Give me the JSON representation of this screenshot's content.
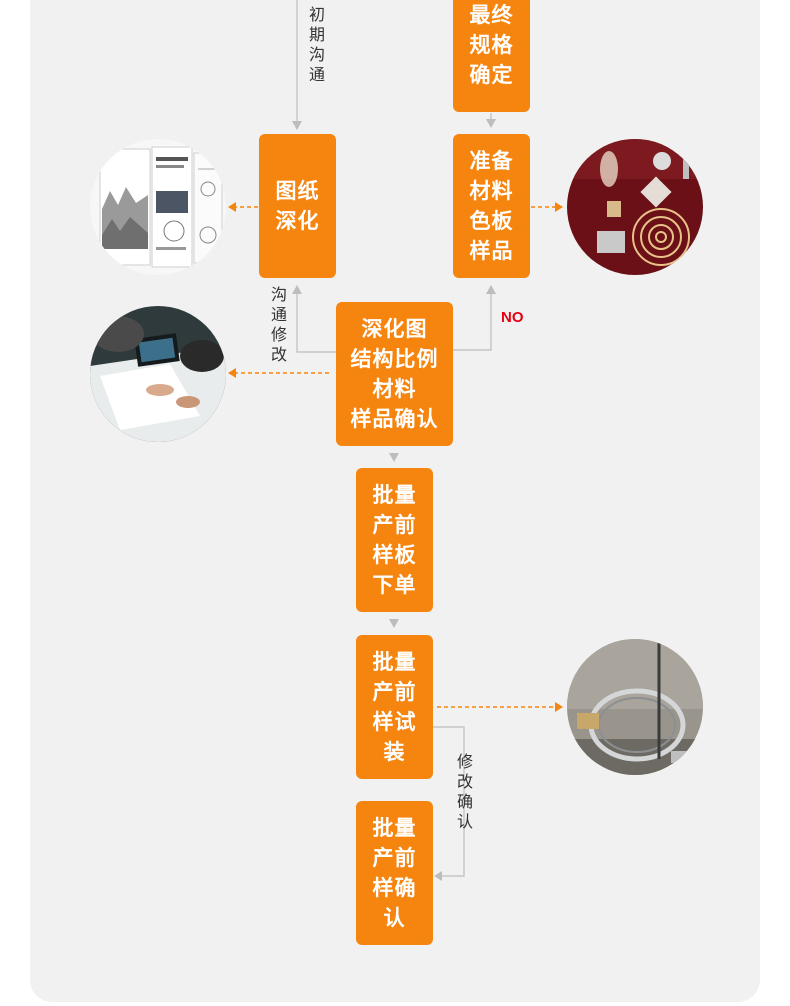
{
  "steps": {
    "final_spec": "最终\n规格\n确定",
    "drawing_deepen": "图纸\n深化",
    "material_samples": "准备\n材料\n色板\n样品",
    "confirm_samples": "深化图\n结构比例\n材料\n样品确认",
    "presample_order": "批量\n产前\n样板\n下单",
    "presample_trial": "批量\n产前\n样试\n装",
    "presample_confirm": "批量\n产前\n样确\n认"
  },
  "labels": {
    "initial_comm": "初期沟通",
    "comm_revise": "沟通修改",
    "revise_confirm": "修改确认",
    "no": "NO"
  },
  "colors": {
    "accent": "#f5850f",
    "panel_bg": "#f1f1f1",
    "no_text": "#e60012",
    "connector": "#bdbdbd"
  },
  "photos": [
    {
      "name": "drawing-sketches-photo",
      "subject": "design drawings and sketches"
    },
    {
      "name": "material-samples-photo",
      "subject": "material and color samples on red board"
    },
    {
      "name": "meeting-photo",
      "subject": "team reviewing drawings at a table"
    },
    {
      "name": "trial-installation-photo",
      "subject": "metal ring fixture trial installation"
    }
  ]
}
